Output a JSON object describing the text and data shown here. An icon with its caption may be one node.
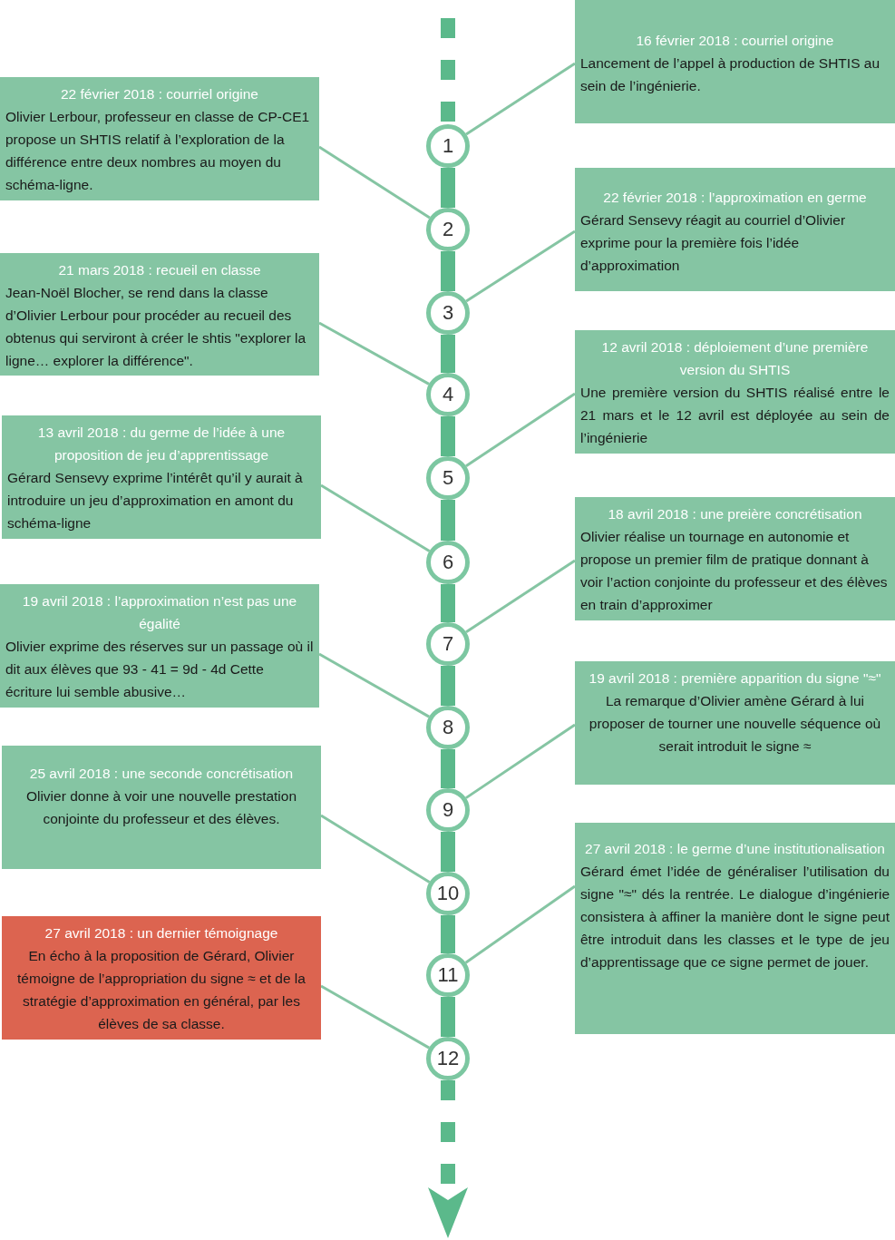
{
  "diagram": {
    "nodes": [
      {
        "text": [
          "16 février 2018 : courriel origine",
          "Lancement de l’appel à production de SHTIS au sein de l’ingénierie."
        ]
      },
      {
        "text": [
          "22 février 2018 : courriel origine",
          "Olivier Lerbour, professeur en classe de CP-CE1 propose un SHTIS relatif à l’exploration de la différence entre deux nombres au moyen du schéma-ligne."
        ]
      },
      {
        "text": [
          "22 février 2018 : l’approximation en germe",
          "Gérard Sensevy réagit au courriel d’Olivier exprime pour la première fois l’idée d’approximation"
        ]
      },
      {
        "text": [
          "21 mars 2018 : recueil en classe",
          "Jean-Noël Blocher, se rend dans la classe d’Olivier Lerbour pour procéder au recueil des obtenus qui serviront à créer le shtis \"explorer la ligne… explorer la différence\"."
        ]
      },
      {
        "text": [
          "12 avril 2018 : déploiement d’une première version du SHTIS",
          "Une première version du SHTIS réalisé entre le 21 mars et le 12 avril est déployée au sein de l’ingénierie"
        ]
      },
      {
        "text": [
          "13 avril 2018 : du germe de l’idée à une proposition de jeu d’apprentissage",
          "Gérard Sensevy exprime l’intérêt qu’il y aurait à introduire un jeu d’approximation  en amont du schéma-ligne"
        ]
      },
      {
        "text": [
          "18 avril 2018 : une preière concrétisation",
          "Olivier réalise un tournage en autonomie et propose un premier film de pratique donnant à voir l’action conjointe du professeur et des élèves en train d’approximer"
        ]
      },
      {
        "text": [
          "19 avril 2018 : l’approximation n’est pas une égalité",
          "Olivier exprime des réserves sur un passage où il dit aux élèves que 93 - 41 = 9d - 4d  Cette écriture lui semble abusive…"
        ]
      },
      {
        "text": [
          "19 avril 2018 : première apparition du signe \"≈\"",
          "La remarque d’Olivier amène Gérard à lui proposer  de tourner une nouvelle séquence où serait introduit le signe ≈"
        ]
      },
      {
        "text": [
          "25 avril 2018 : une seconde concrétisation",
          "Olivier donne à voir une nouvelle prestation conjointe du professeur et des élèves."
        ]
      },
      {
        "text": [
          "27 avril 2018 : le germe d’une institutionalisation",
          "Gérard émet l’idée de généraliser l’utilisation du signe \"≈\" dés la rentrée. Le dialogue d’ingénierie consistera à affiner la manière dont le signe peut être introduit dans les classes et le type de jeu d’apprentissage que ce signe permet de jouer."
        ]
      },
      {
        "text": [
          "27 avril 2018 : un dernier témoignage",
          "En écho à la proposition de Gérard, Olivier témoigne de l’appropriation du signe ≈ et de la stratégie d’approximation en général, par les élèves de sa classe."
        ]
      },
      {
        "text": [
          "1"
        ]
      },
      {
        "text": [
          "2"
        ]
      },
      {
        "text": [
          "3"
        ]
      },
      {
        "text": [
          "4"
        ]
      },
      {
        "text": [
          "5"
        ]
      },
      {
        "text": [
          "6"
        ]
      },
      {
        "text": [
          "7"
        ]
      },
      {
        "text": [
          "8"
        ]
      },
      {
        "text": [
          "9"
        ]
      },
      {
        "text": [
          "10"
        ]
      },
      {
        "text": [
          "11"
        ]
      },
      {
        "text": [
          "12"
        ]
      }
    ],
    "edges": [
      {
        "from": 0,
        "to": 12,
        "arrow": "none"
      },
      {
        "from": 1,
        "to": 13,
        "arrow": "none"
      },
      {
        "from": 2,
        "to": 14,
        "arrow": "none"
      },
      {
        "from": 3,
        "to": 15,
        "arrow": "none"
      },
      {
        "from": 4,
        "to": 16,
        "arrow": "none"
      },
      {
        "from": 5,
        "to": 17,
        "arrow": "none"
      },
      {
        "from": 6,
        "to": 18,
        "arrow": "none"
      },
      {
        "from": 7,
        "to": 19,
        "arrow": "none"
      },
      {
        "from": 8,
        "to": 20,
        "arrow": "none"
      },
      {
        "from": 9,
        "to": 21,
        "arrow": "none"
      },
      {
        "from": 10,
        "to": 22,
        "arrow": "none"
      },
      {
        "from": 11,
        "to": 23,
        "arrow": "none"
      },
      {
        "from": null,
        "to": 12,
        "arrow": "none",
        "style": "dashed",
        "color": "#5bb98b"
      },
      {
        "from": 12,
        "to": 13,
        "arrow": "none",
        "color": "#5bb98b"
      },
      {
        "from": 13,
        "to": 14,
        "arrow": "none",
        "color": "#5bb98b"
      },
      {
        "from": 14,
        "to": 15,
        "arrow": "none",
        "color": "#5bb98b"
      },
      {
        "from": 15,
        "to": 16,
        "arrow": "none",
        "color": "#5bb98b"
      },
      {
        "from": 16,
        "to": 17,
        "arrow": "none",
        "color": "#5bb98b"
      },
      {
        "from": 17,
        "to": 18,
        "arrow": "none",
        "color": "#5bb98b"
      },
      {
        "from": 18,
        "to": 19,
        "arrow": "none",
        "color": "#5bb98b"
      },
      {
        "from": 19,
        "to": 20,
        "arrow": "none",
        "color": "#5bb98b"
      },
      {
        "from": 20,
        "to": 21,
        "arrow": "none",
        "color": "#5bb98b"
      },
      {
        "from": 21,
        "to": 22,
        "arrow": "none",
        "color": "#5bb98b"
      },
      {
        "from": 22,
        "to": 23,
        "arrow": "none",
        "color": "#5bb98b"
      },
      {
        "from": 23,
        "to": null,
        "arrow": "to",
        "style": "dashed",
        "color": "#5bb98b"
      }
    ]
  }
}
